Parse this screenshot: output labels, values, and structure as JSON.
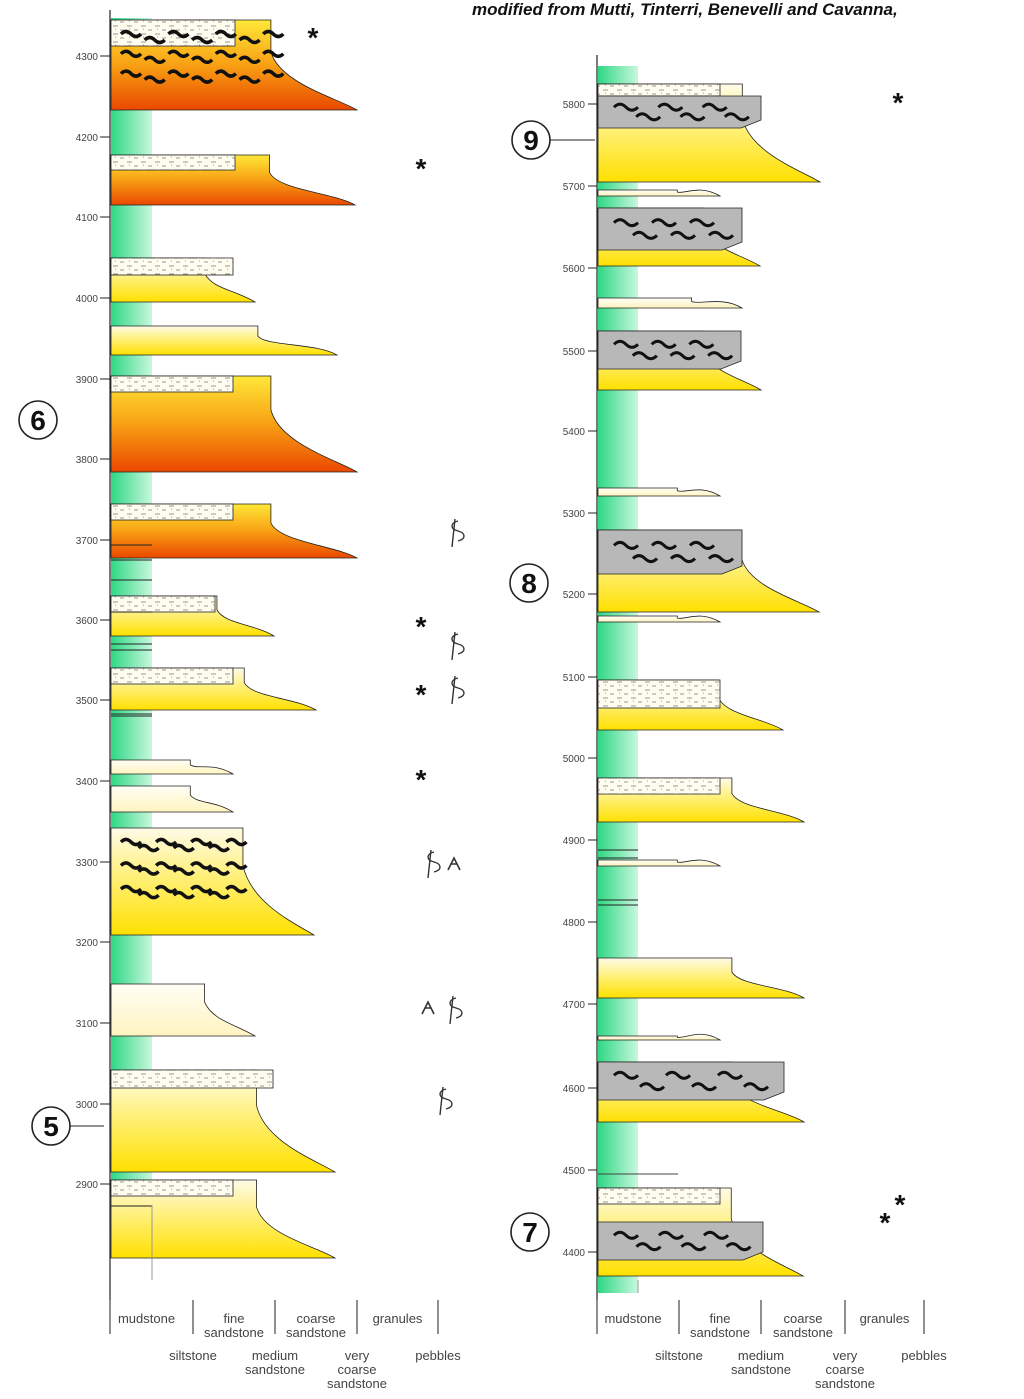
{
  "credit": "modified from Mutti, Tinterri, Benevelli and Cavanna,",
  "grain_axis": {
    "top_row": [
      "mudstone",
      "fine\nsandstone",
      "coarse\nsandstone",
      "granules"
    ],
    "bottom_row": [
      "siltstone",
      "medium\nsandstone",
      "very\ncoarse\nsandstone",
      "pebbles"
    ]
  },
  "logs": [
    {
      "id": "left",
      "depth_ticks": [
        "4300",
        "4200",
        "4100",
        "4000",
        "3900",
        "3800",
        "3700",
        "3600",
        "3500",
        "3400",
        "3300",
        "3200",
        "3100",
        "3000",
        "2900"
      ],
      "units": [
        "6",
        "5"
      ]
    },
    {
      "id": "right",
      "depth_ticks": [
        "5800",
        "5700",
        "5600",
        "5500",
        "5400",
        "5300",
        "5200",
        "5100",
        "5000",
        "4900",
        "4800",
        "4700",
        "4600",
        "4500",
        "4400"
      ],
      "units": [
        "9",
        "8",
        "7"
      ]
    }
  ],
  "symbols": {
    "asterisk": "*",
    "trace_fossil_icon": "trace-fossil-icon",
    "plant_fragment_icon": "plant-fragment-icon"
  },
  "colors": {
    "sand_light": "#fffbe6",
    "sand_yellow": "#ffe21a",
    "sand_orange": "#f58a10",
    "sand_red": "#e84a00",
    "mud_green": "#3fd98b",
    "silt_grey": "#e2e2e2",
    "chaotic_grey": "#b4b4b4",
    "clast_black": "#111111"
  }
}
